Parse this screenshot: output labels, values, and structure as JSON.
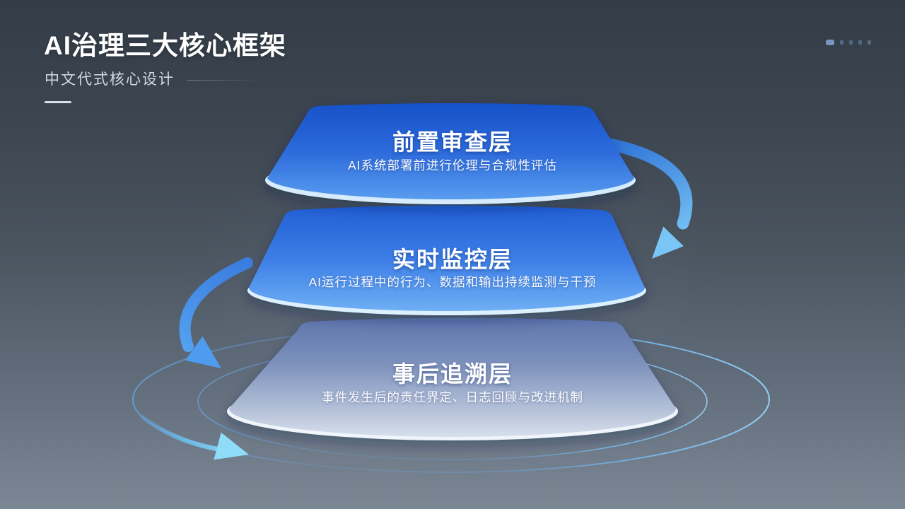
{
  "header": {
    "title": "AI治理三大核心框架",
    "subtitle": "中文代式核心设计"
  },
  "layers": [
    {
      "title": "前置审查层",
      "description": "AI系统部署前进行伦理与合规性评估"
    },
    {
      "title": "实时监控层",
      "description": "AI运行过程中的行为、数据和输出持续监测与干预"
    },
    {
      "title": "事后追溯层",
      "description": "事件发生后的责任界定、日志回顾与改进机制"
    }
  ],
  "pagination": {
    "dot_count": 5,
    "active_index": 0
  },
  "colors": {
    "background_top": "#333c47",
    "background_bottom": "#7b8794",
    "layer1_top": "#1550c8",
    "layer1_bottom": "#5fa4f2",
    "layer2_top": "#1e5cd2",
    "layer2_bottom": "#73b4f6",
    "layer3_top": "#5b72ac",
    "layer3_bottom": "#dde4f0",
    "arrow_blue": "#4f97ee",
    "orbit_cyan": "#8edcf8",
    "rim_light": "#dcf0fd"
  }
}
